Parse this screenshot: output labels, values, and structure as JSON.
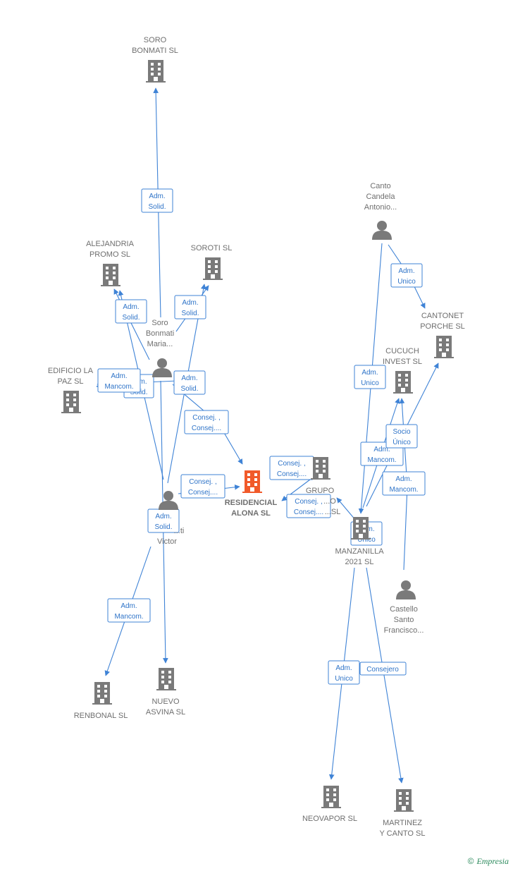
{
  "colors": {
    "edge": "#3f83d6",
    "building": "#7a7a7a",
    "main_building": "#f15a2a",
    "person": "#7a7a7a"
  },
  "nodes": [
    {
      "id": "soro_bonmati_sl",
      "kind": "company",
      "lines": [
        "SORO",
        "BONMATI SL"
      ]
    },
    {
      "id": "alejandria",
      "kind": "company",
      "lines": [
        "ALEJANDRIA",
        "PROMO SL"
      ]
    },
    {
      "id": "soroti",
      "kind": "company",
      "lines": [
        "SOROTI SL"
      ]
    },
    {
      "id": "edificio",
      "kind": "company",
      "lines": [
        "EDIFICIO LA",
        "PAZ SL"
      ]
    },
    {
      "id": "soro_maria",
      "kind": "person",
      "lines": [
        "Soro",
        "Bonmati",
        "Maria..."
      ]
    },
    {
      "id": "residencial",
      "kind": "main",
      "lines": [
        "RESIDENCIAL",
        "ALONA SL"
      ]
    },
    {
      "id": "victor",
      "kind": "person",
      "lines": [
        "...ti",
        "Victor"
      ]
    },
    {
      "id": "renbonal",
      "kind": "company",
      "lines": [
        "RENBONAL SL"
      ]
    },
    {
      "id": "nuevo",
      "kind": "company",
      "lines": [
        "NUEVO",
        "ASVINA SL"
      ]
    },
    {
      "id": "canto",
      "kind": "person",
      "lines": [
        "Canto",
        "Candela",
        "Antonio..."
      ]
    },
    {
      "id": "cantonet",
      "kind": "company",
      "lines": [
        "CANTONET",
        "PORCHE SL"
      ]
    },
    {
      "id": "cucuch",
      "kind": "company",
      "lines": [
        "CUCUCH",
        "INVEST SL"
      ]
    },
    {
      "id": "grupo",
      "kind": "company",
      "lines": [
        "GRUPO",
        "...O",
        "...SL"
      ]
    },
    {
      "id": "manzanilla",
      "kind": "company",
      "lines": [
        "MANZANILLA",
        "2021 SL"
      ]
    },
    {
      "id": "castello",
      "kind": "person",
      "lines": [
        "Castello",
        "Santo",
        "Francisco..."
      ]
    },
    {
      "id": "neovapor",
      "kind": "company",
      "lines": [
        "NEOVAPOR SL"
      ]
    },
    {
      "id": "martinez",
      "kind": "company",
      "lines": [
        "MARTINEZ",
        "Y CANTO SL"
      ]
    }
  ],
  "edges": [
    {
      "id": "e1",
      "lines": [
        "Adm.",
        "Solid."
      ]
    },
    {
      "id": "e2",
      "lines": [
        "Adm.",
        "Solid."
      ]
    },
    {
      "id": "e3",
      "lines": [
        "Adm.",
        "Solid."
      ]
    },
    {
      "id": "e4",
      "lines": [
        "Adm.",
        "Mancom."
      ]
    },
    {
      "id": "e5",
      "lines": [
        "Adm.",
        "Solid."
      ]
    },
    {
      "id": "e6",
      "lines": [
        "Adm.",
        "Solid."
      ]
    },
    {
      "id": "e7",
      "lines": [
        "Consej. ,",
        "Consej...."
      ]
    },
    {
      "id": "e8",
      "lines": [
        "Consej. ,",
        "Consej...."
      ]
    },
    {
      "id": "e9",
      "lines": [
        "Adm.",
        "Solid."
      ]
    },
    {
      "id": "e10",
      "lines": [
        "Adm.",
        "Mancom."
      ]
    },
    {
      "id": "e11",
      "lines": [
        "Adm.",
        "Unico"
      ]
    },
    {
      "id": "e12",
      "lines": [
        "Adm.",
        "Unico"
      ]
    },
    {
      "id": "e13",
      "lines": [
        "Socio",
        "Único"
      ]
    },
    {
      "id": "e14",
      "lines": [
        "Adm.",
        "Mancom."
      ]
    },
    {
      "id": "e15",
      "lines": [
        "Adm.",
        "Mancom."
      ]
    },
    {
      "id": "e16",
      "lines": [
        "Consej. ,",
        "Consej...."
      ]
    },
    {
      "id": "e17",
      "lines": [
        "Consej. ,",
        "Consej...."
      ]
    },
    {
      "id": "e18",
      "lines": [
        "Adm.",
        "Unico"
      ]
    },
    {
      "id": "e19",
      "lines": [
        "Adm.",
        "Unico"
      ]
    },
    {
      "id": "e20",
      "lines": [
        "Consejero"
      ]
    }
  ],
  "footer": {
    "copyright": "©",
    "brand": "Empresia"
  }
}
